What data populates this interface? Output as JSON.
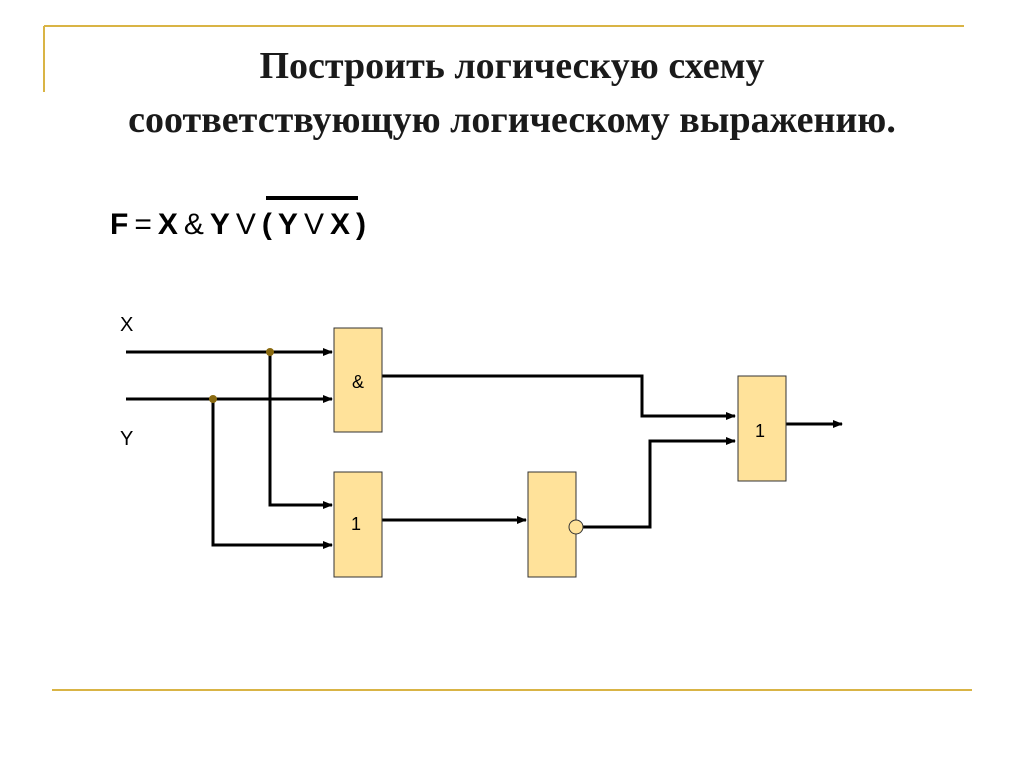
{
  "title": {
    "line1": "Построить логическую схему",
    "line2": "соответствующую логическому выражению."
  },
  "formula": {
    "f": "F",
    "eq": "=",
    "x": "X",
    "and": "&",
    "y": "Y",
    "or": "V",
    "lparen": "(",
    "neg_y": "Y",
    "neg_or": "V",
    "neg_x": "X",
    "rparen": ")"
  },
  "inputs": {
    "x_label": "X",
    "y_label": "Y"
  },
  "gates": {
    "and_gate": "&",
    "or_gate_1": "1",
    "not_gate": "",
    "or_gate_2": "1"
  },
  "colors": {
    "gate_fill": "#FFE29A",
    "gate_stroke": "#333333",
    "rule": "#D9B445",
    "wire": "#000000",
    "junction": "#8A6A10"
  }
}
